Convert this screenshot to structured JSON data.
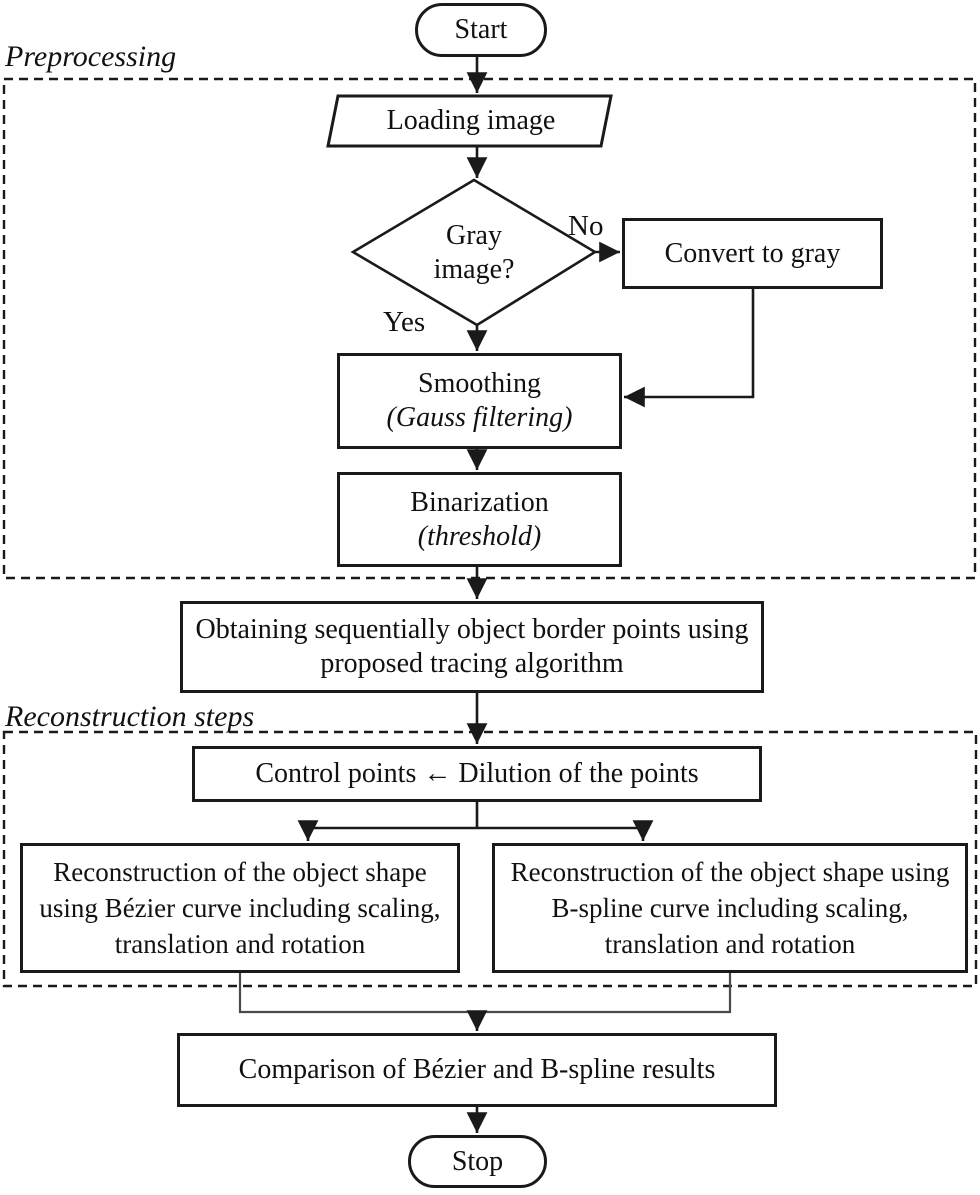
{
  "colors": {
    "line": "#1a1a1a",
    "background": "#ffffff",
    "merge_connector": "#4a4a4a"
  },
  "regions": {
    "preprocessing_label": "Preprocessing",
    "reconstruction_label": "Reconstruction steps"
  },
  "nodes": {
    "start": "Start",
    "loading": "Loading image",
    "decision_line1": "Gray",
    "decision_line2": "image?",
    "convert": "Convert to gray",
    "smoothing_title": "Smoothing",
    "smoothing_sub": "(Gauss filtering)",
    "binarization_title": "Binarization",
    "binarization_sub": "(threshold)",
    "obtaining": "Obtaining sequentially object border points using proposed tracing algorithm",
    "control": "Control points ← Dilution of the points",
    "bezier": "Reconstruction of the object shape using Bézier curve including scaling, translation and rotation",
    "bspline": "Reconstruction of the object shape using B-spline curve including scaling, translation and rotation",
    "comparison": "Comparison of Bézier and B-spline results",
    "stop": "Stop"
  },
  "edge_labels": {
    "no": "No",
    "yes": "Yes"
  }
}
